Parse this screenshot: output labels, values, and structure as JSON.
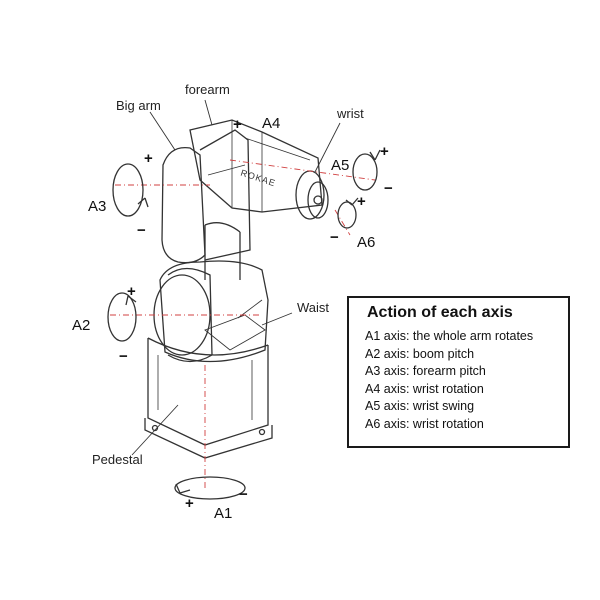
{
  "labels": {
    "big_arm": "Big arm",
    "forearm": "forearm",
    "wrist": "wrist",
    "waist": "Waist",
    "pedestal": "Pedestal",
    "brand": "ROKAE"
  },
  "axes": {
    "a1": "A1",
    "a2": "A2",
    "a3": "A3",
    "a4": "A4",
    "a5": "A5",
    "a6": "A6"
  },
  "signs": {
    "plus": "+",
    "minus": "−"
  },
  "legend": {
    "title": "Action of each axis",
    "items": [
      "A1 axis: the whole arm rotates",
      "A2 axis: boom pitch",
      "A3 axis: forearm pitch",
      "A4 axis: wrist rotation",
      "A5 axis: wrist swing",
      "A6 axis: wrist rotation"
    ]
  },
  "colors": {
    "line": "#333333",
    "axis_line": "#d04040",
    "border": "#1a1a1a"
  }
}
